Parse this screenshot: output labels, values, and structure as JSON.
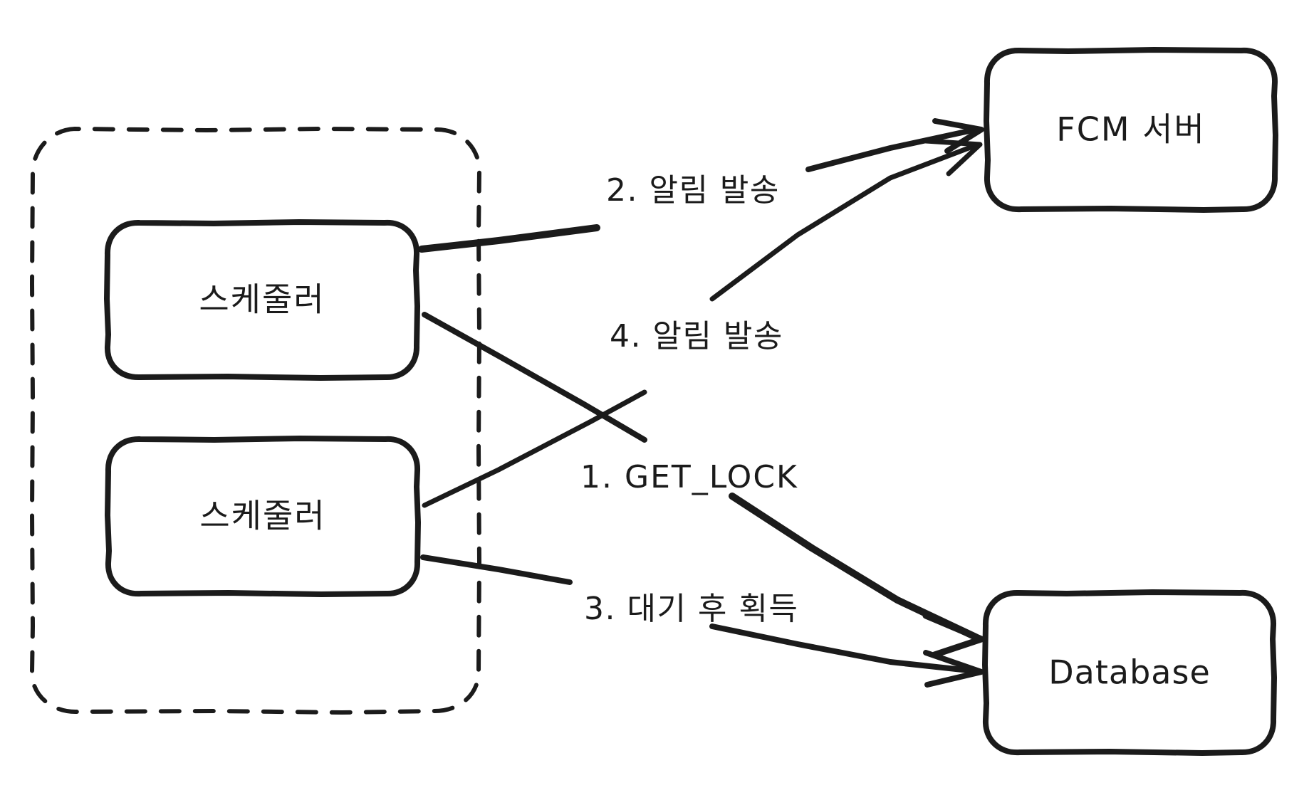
{
  "diagram": {
    "title": "Scheduler lock and notification flow",
    "background_color": "#ffffff",
    "stroke_color": "#1b1b1b",
    "group": {
      "name": "scheduler-group",
      "style": "dashed-rounded-rectangle"
    },
    "nodes": [
      {
        "id": "scheduler-1",
        "label": "스케줄러",
        "script": "hangul"
      },
      {
        "id": "scheduler-2",
        "label": "스케줄러",
        "script": "hangul"
      },
      {
        "id": "fcm-server",
        "label": "FCM 서버",
        "script": "mixed"
      },
      {
        "id": "database",
        "label": "Database",
        "script": "latin"
      }
    ],
    "edges": [
      {
        "id": "edge-1",
        "label": "1. GET_LOCK",
        "from": "scheduler-1",
        "to": "database",
        "weight": "thick"
      },
      {
        "id": "edge-2",
        "label": "2. 알림 발송",
        "from": "scheduler-1",
        "to": "fcm-server",
        "weight": "thick"
      },
      {
        "id": "edge-3",
        "label": "3. 대기 후 획득",
        "from": "scheduler-2",
        "to": "database",
        "weight": "thin"
      },
      {
        "id": "edge-4",
        "label": "4. 알림 발송",
        "from": "scheduler-2",
        "to": "fcm-server",
        "weight": "thin"
      }
    ]
  }
}
